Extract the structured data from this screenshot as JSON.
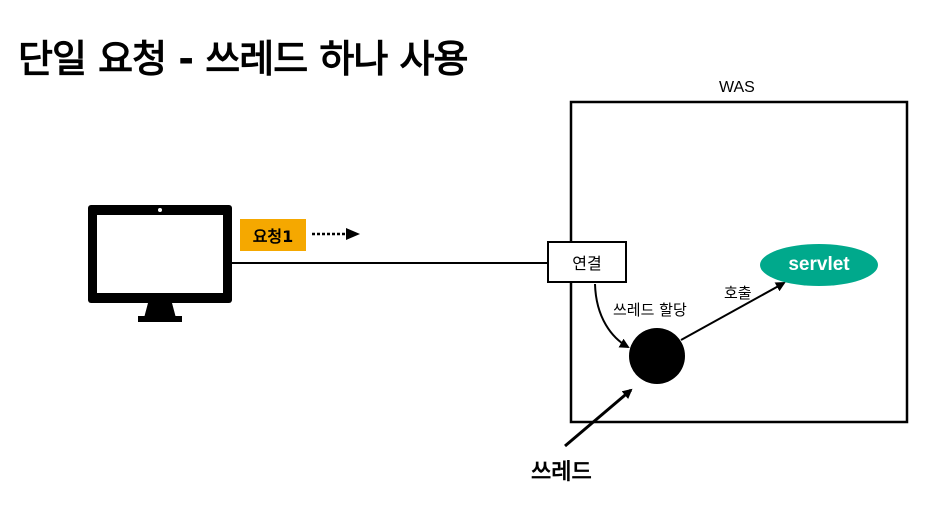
{
  "title": "단일 요청 - 쓰레드 하나 사용",
  "was_label": "WAS",
  "request_badge": {
    "label": "요청1",
    "color": "#f5a800"
  },
  "connection_label": "연결",
  "servlet": {
    "label": "servlet",
    "color": "#00a98c"
  },
  "thread_assign_label": "쓰레드 할당",
  "call_label": "호출",
  "thread_label": "쓰레드",
  "icons": {
    "client": "monitor-icon",
    "thread": "thread-circle"
  }
}
